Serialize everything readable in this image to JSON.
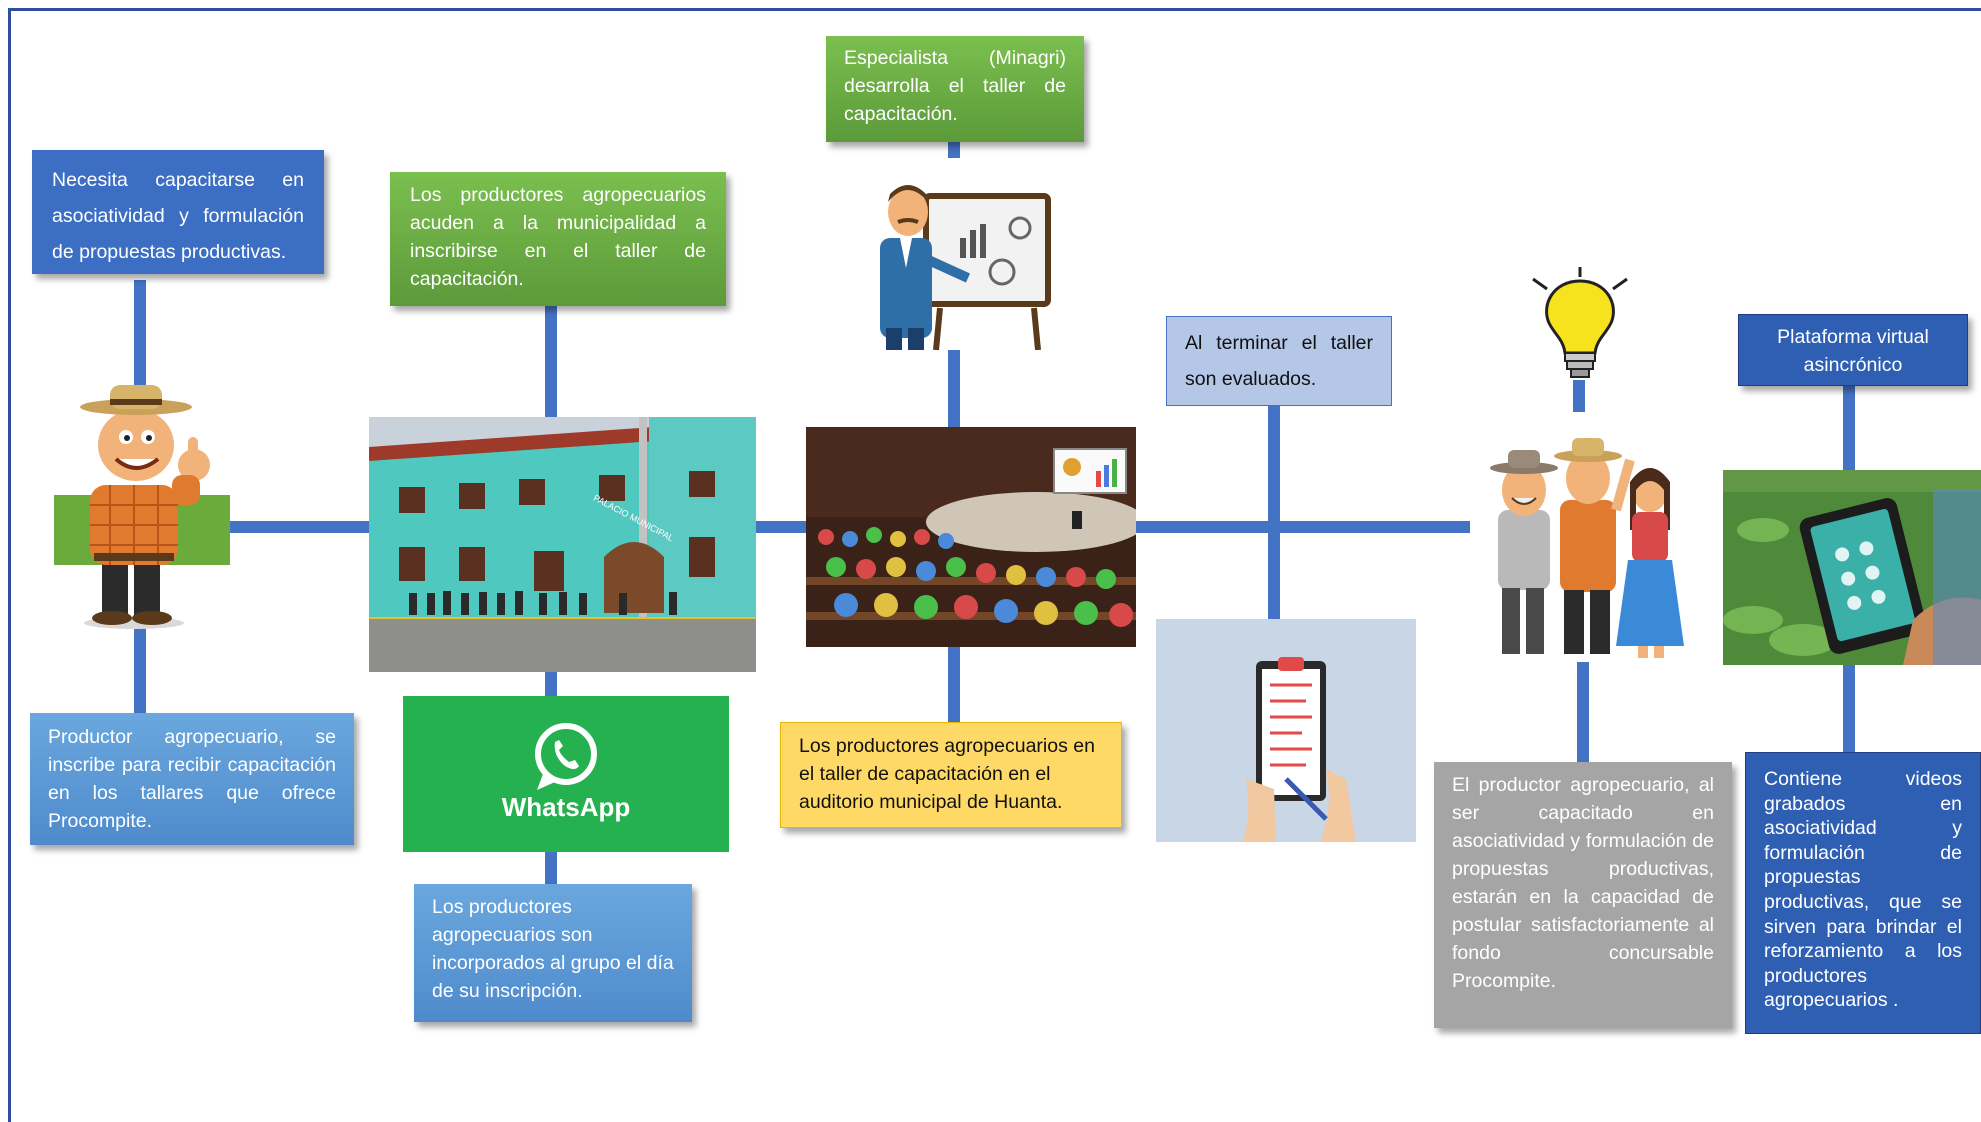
{
  "boxes": {
    "necesita": "Necesita capacitarse en asociatividad y formulación de propuestas productivas.",
    "productor_inscribe": "Productor agropecuario, se inscribe para recibir capacitación en los tallares que ofrece Procompite.",
    "acuden": "Los productores agropecuarios acuden a la municipalidad a inscribirse en el taller de capacitación.",
    "incorporados": "Los productores agropecuarios son incorporados al grupo el día de su inscripción.",
    "especialista": "Especialista (Minagri) desarrolla el taller de capacitación.",
    "auditorio": "Los productores agropecuarios en el taller de capacitación en el auditorio municipal de Huanta.",
    "evaluados": "Al terminar el taller son evaluados.",
    "capacitado": "El productor agropecuario, al ser capacitado en asociatividad y formulación de propuestas productivas, estarán en la capacidad de postular satisfactoriamente al fondo concursable Procompite.",
    "plataforma": "Plataforma virtual asincrónico",
    "videos": "Contiene videos grabados en asociatividad y formulación de propuestas productivas, que se sirven para brindar el reforzamiento a los productores agropecuarios ."
  },
  "image_labels": {
    "whatsapp": "WhatsApp",
    "palacio": "PALACIO MUNICIPAL"
  },
  "colors": {
    "connector": "#4472c4",
    "green": "#6aa84f",
    "blue": "#3c6fc4",
    "gray": "#a5a5a5",
    "yellow": "#ffd966",
    "whatsapp": "#25b14f"
  }
}
